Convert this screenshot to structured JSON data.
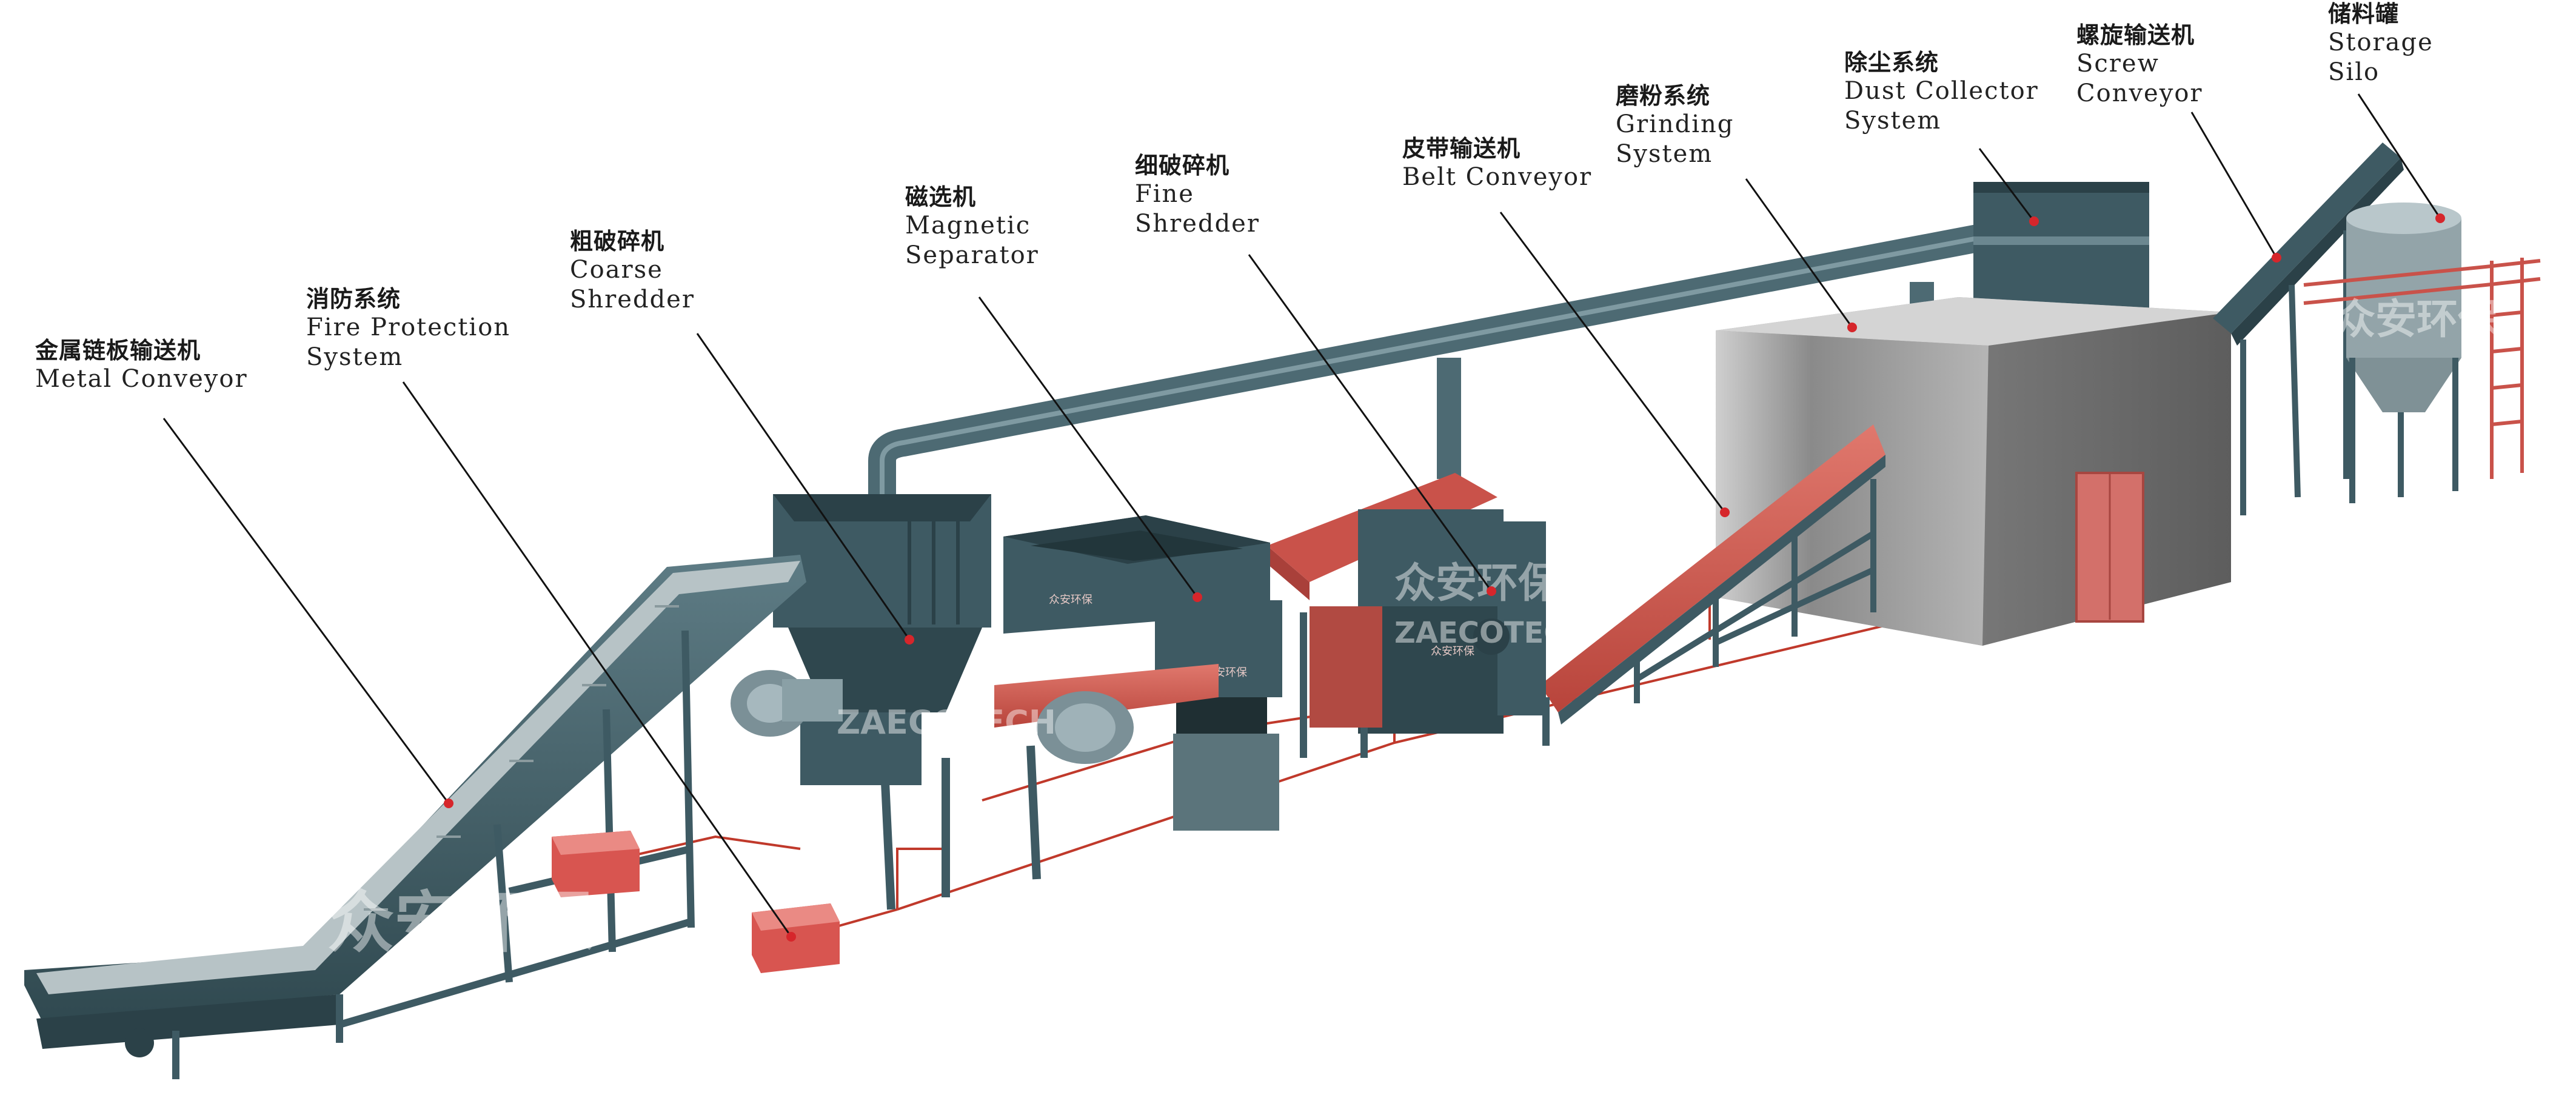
{
  "components": [
    {
      "id": "metal-conveyor",
      "zh": "金属链板输送机",
      "en": [
        "Metal Conveyor"
      ]
    },
    {
      "id": "fire-protection",
      "zh": "消防系统",
      "en": [
        "Fire Protection",
        "System"
      ]
    },
    {
      "id": "coarse-shredder",
      "zh": "粗破碎机",
      "en": [
        "Coarse",
        "Shredder"
      ]
    },
    {
      "id": "magnetic-separator",
      "zh": "磁选机",
      "en": [
        "Magnetic",
        "Separator"
      ]
    },
    {
      "id": "fine-shredder",
      "zh": "细破碎机",
      "en": [
        "Fine",
        "Shredder"
      ]
    },
    {
      "id": "belt-conveyor",
      "zh": "皮带输送机",
      "en": [
        "Belt Conveyor"
      ]
    },
    {
      "id": "grinding-system",
      "zh": "磨粉系统",
      "en": [
        "Grinding",
        "System"
      ]
    },
    {
      "id": "dust-collector",
      "zh": "除尘系统",
      "en": [
        "Dust Collector",
        "System"
      ]
    },
    {
      "id": "screw-conveyor",
      "zh": "螺旋输送机",
      "en": [
        "Screw",
        "Conveyor"
      ]
    },
    {
      "id": "storage-silo",
      "zh": "储料罐",
      "en": [
        "Storage",
        "Silo"
      ]
    }
  ],
  "watermark": {
    "zh": "众安环保",
    "en": "ZAECOTECH"
  },
  "machine_plate": "众安环保",
  "colors": {
    "steel": "#3e5a63",
    "steel_dark": "#2b4148",
    "steel_light": "#6b8790",
    "red": "#c9524a",
    "red_light": "#e07a70",
    "grey_box": "#9a9a9a",
    "pipe": "#4d6a73",
    "leader": "#111111",
    "dot": "#d6262b",
    "wire": "#c0392b"
  }
}
